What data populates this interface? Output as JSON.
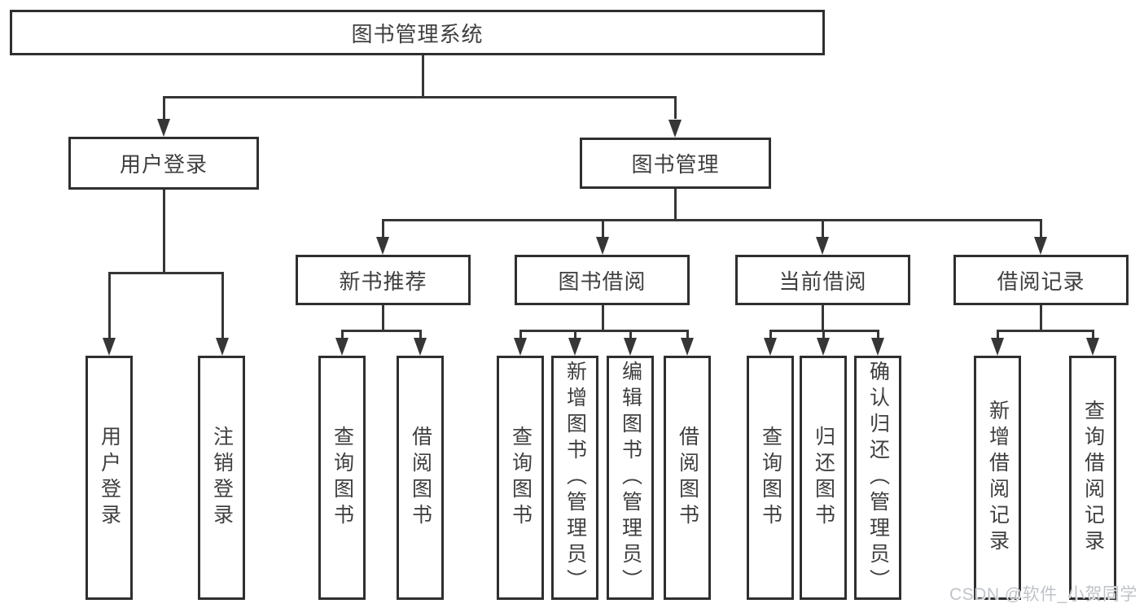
{
  "diagram": {
    "title": "图书管理系统",
    "tree": {
      "label": "图书管理系统",
      "children": [
        {
          "label": "用户登录",
          "children": [
            {
              "label": "用户登录"
            },
            {
              "label": "注销登录"
            }
          ]
        },
        {
          "label": "图书管理",
          "children": [
            {
              "label": "新书推荐",
              "children": [
                {
                  "label": "查询图书"
                },
                {
                  "label": "借阅图书"
                }
              ]
            },
            {
              "label": "图书借阅",
              "children": [
                {
                  "label": "查询图书"
                },
                {
                  "label": "新增图书（管理员）"
                },
                {
                  "label": "编辑图书（管理员）"
                },
                {
                  "label": "借阅图书"
                }
              ]
            },
            {
              "label": "当前借阅",
              "children": [
                {
                  "label": "查询图书"
                },
                {
                  "label": "归还图书"
                },
                {
                  "label": "确认归还（管理员）"
                }
              ]
            },
            {
              "label": "借阅记录",
              "children": [
                {
                  "label": "新增借阅记录"
                },
                {
                  "label": "查询借阅记录"
                }
              ]
            }
          ]
        }
      ]
    }
  },
  "watermark": {
    "text": "CSDN @软件_小贺同学"
  },
  "colors": {
    "line": "#363636",
    "border": "#2f2f2f",
    "text": "#3f3f3f",
    "background": "#ffffff",
    "watermark": "#bfc3c9"
  }
}
